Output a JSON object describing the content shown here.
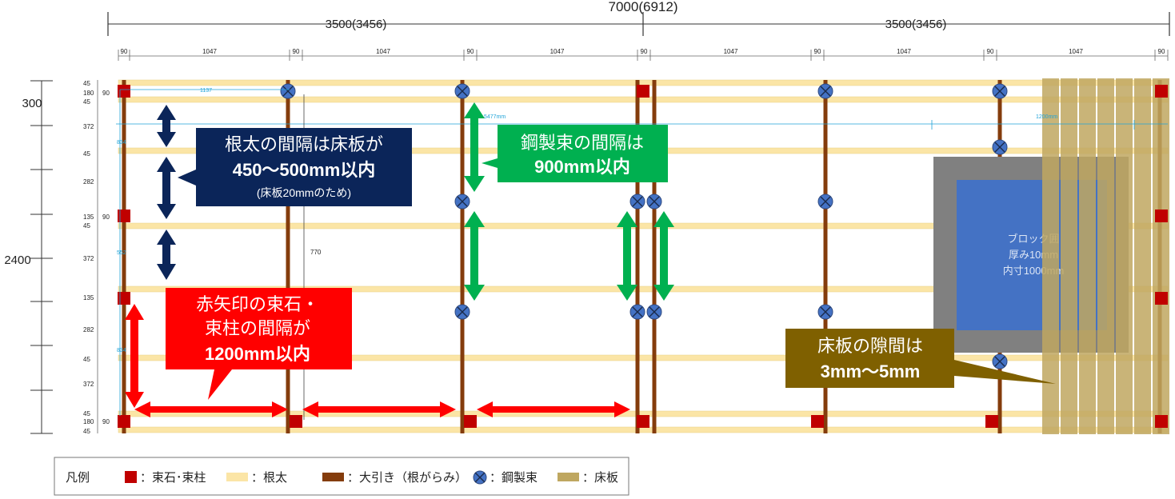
{
  "dimensions": {
    "total": "7000(6912)",
    "left_half": "3500(3456)",
    "right_half": "3500(3456)",
    "column_widths": [
      "90",
      "1047",
      "90",
      "1047",
      "90",
      "1047",
      "90",
      "1047",
      "90",
      "1047",
      "90",
      "1047",
      "90"
    ],
    "left_total_300": "300",
    "left_total_2400": "2400",
    "row_labels": [
      "45",
      "180",
      "90",
      "45",
      "372",
      "45",
      "282",
      "135",
      "90",
      "45",
      "372",
      "135",
      "282",
      "45",
      "372",
      "45",
      "180",
      "90",
      "45"
    ],
    "inner_1137": "1137",
    "inner_834_top": "834",
    "inner_552": "552",
    "inner_834_bottom": "834",
    "inner_770": "770",
    "inner_5477": "5477mm",
    "inner_1200": "1200mm"
  },
  "callouts": {
    "joist": {
      "line1": "根太の間隔は床板が",
      "line2": "450〜500mm以内",
      "line3": "(床板20mmのため)",
      "color": "#0B2559"
    },
    "steel": {
      "line1": "鋼製束の間隔は",
      "line2": "900mm以内",
      "color": "#00B050"
    },
    "red": {
      "line1": "赤矢印の束石・",
      "line2": "束柱の間隔が",
      "line3": "1200mm以内",
      "color": "#FF0000"
    },
    "gap": {
      "line1": "床板の隙間は",
      "line2": "3mm〜5mm",
      "color": "#7F6000"
    }
  },
  "block": {
    "line1": "ブロック囲",
    "line2": "厚み10mm",
    "line3": "内寸1000mm"
  },
  "legend": {
    "title": "凡例",
    "items": [
      {
        "label": "：束石･束柱",
        "color": "#C00000",
        "icon": "red-square-icon"
      },
      {
        "label": "：根太",
        "color": "#FBE5A6",
        "icon": "joist-swatch-icon"
      },
      {
        "label": "：大引き（根がらみ）",
        "color": "#843C0C",
        "icon": "beam-swatch-icon"
      },
      {
        "label": "：鋼製束",
        "color": "#4472C4",
        "icon": "steel-post-icon"
      },
      {
        "label": "：床板",
        "color": "#BFA760",
        "icon": "floorboard-swatch-icon"
      }
    ]
  }
}
